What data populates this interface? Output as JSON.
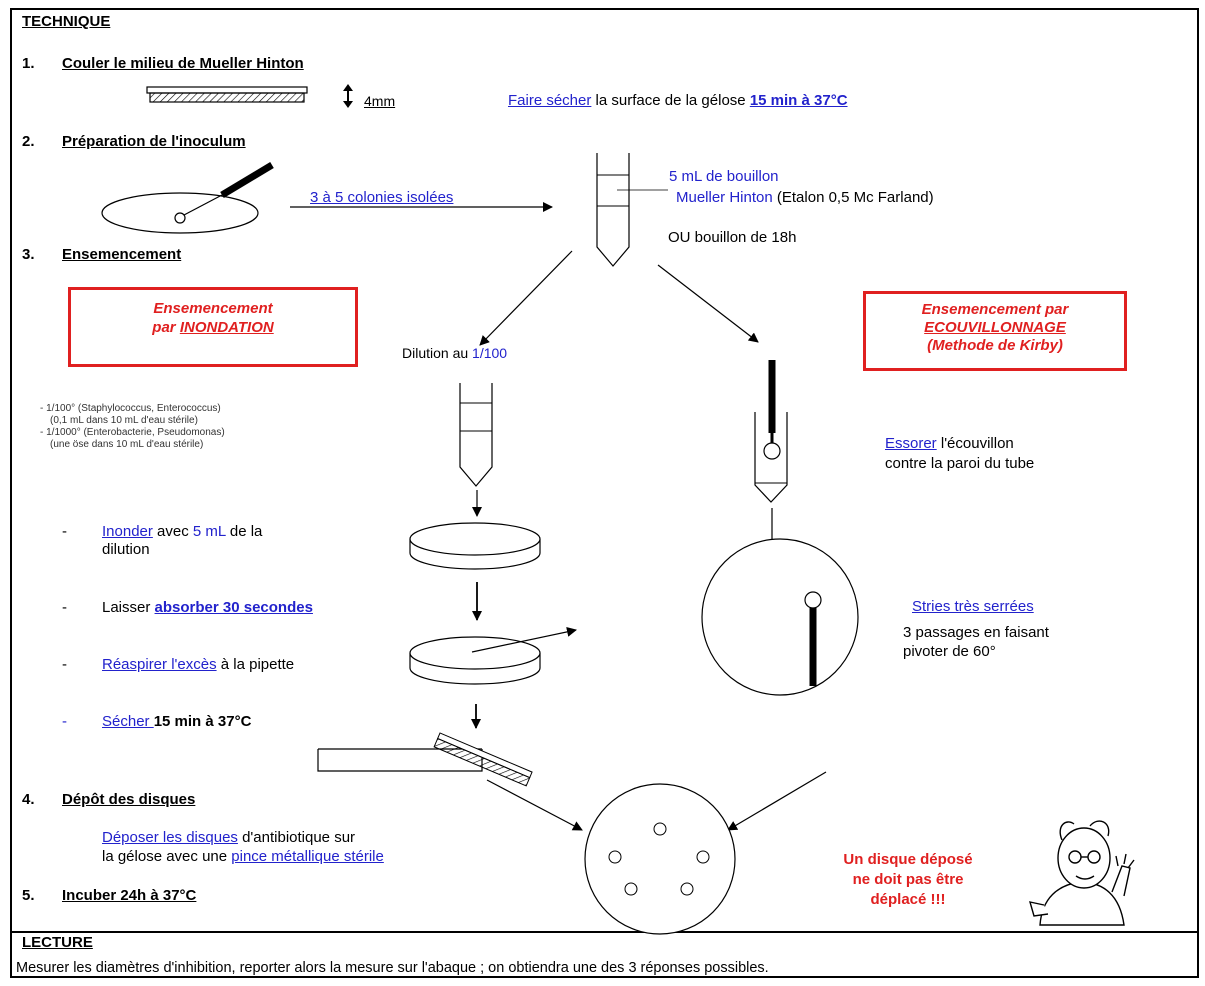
{
  "sections": {
    "technique_title": "TECHNIQUE",
    "lecture_title": "LECTURE",
    "lecture_text": "Mesurer les diamètres d'inhibition, reporter alors la mesure sur l'abaque ; on obtiendra une des 3 réponses possibles."
  },
  "step1": {
    "num": "1.",
    "title": "Couler le milieu de Mueller Hinton",
    "thickness": "4mm",
    "action": "Faire sécher",
    "text": " la surface de la gélose ",
    "duration": "15 min à 37°C"
  },
  "step2": {
    "num": "2.",
    "title": "Préparation de l'inoculum",
    "colonies": "3 à 5 colonies isolées",
    "broth_line1": "5 mL de bouillon",
    "broth_line2_blue": "Mueller Hinton",
    "broth_line2_black": " (Etalon 0,5 Mc Farland)",
    "broth_alt": "OU bouillon de 18h"
  },
  "step3": {
    "num": "3.",
    "title": "Ensemencement",
    "box_left_line1": "Ensemencement",
    "box_left_line2_prefix": "par ",
    "box_left_line2_underlined": "INONDATION",
    "box_right_line1": "Ensemencement par",
    "box_right_line2": "ECOUVILLONNAGE",
    "box_right_line3": "(Methode de Kirby)",
    "dilution_prefix": "Dilution au ",
    "dilution_value": "1/100",
    "note_line1": "- 1/100° (Staphylococcus, Enterococcus)",
    "note_line2": "(0,1 mL dans 10 mL d'eau stérile)",
    "note_line3": "- 1/1000° (Enterobacterie, Pseudomonas)",
    "note_line4": "(une öse dans 10 mL d'eau stérile)",
    "inonder_verb": "Inonder",
    "inonder_mid": " avec ",
    "inonder_vol": "5 mL",
    "inonder_end": " de la",
    "inonder_line2": "dilution",
    "laisser_prefix": "Laisser ",
    "laisser_value": "absorber 30 secondes",
    "reaspirer_verb": "Réaspirer l'excès",
    "reaspirer_end": " à la pipette",
    "secher_verb": "Sécher ",
    "secher_value": "15 min à 37°C",
    "dash": "-",
    "essorer_verb": "Essorer",
    "essorer_line1_end": " l'écouvillon",
    "essorer_line2": "contre la paroi du tube",
    "stries": "Stries très serrées",
    "passages_line1": "3 passages en faisant",
    "passages_line2": "pivoter de 60°"
  },
  "step4": {
    "num": "4.",
    "title": "Dépôt des disques",
    "line1_link": "Déposer les disques",
    "line1_end": " d'antibiotique sur",
    "line2_start": "la gélose avec une ",
    "line2_link": "pince métallique stérile",
    "warning_line1": "Un disque déposé",
    "warning_line2": "ne doit pas être",
    "warning_line3": "déplacé !!!"
  },
  "step5": {
    "num": "5.",
    "title": "Incuber 24h à 37°C"
  },
  "colors": {
    "accent_blue": "#2222cc",
    "warning_red": "#e02020"
  }
}
